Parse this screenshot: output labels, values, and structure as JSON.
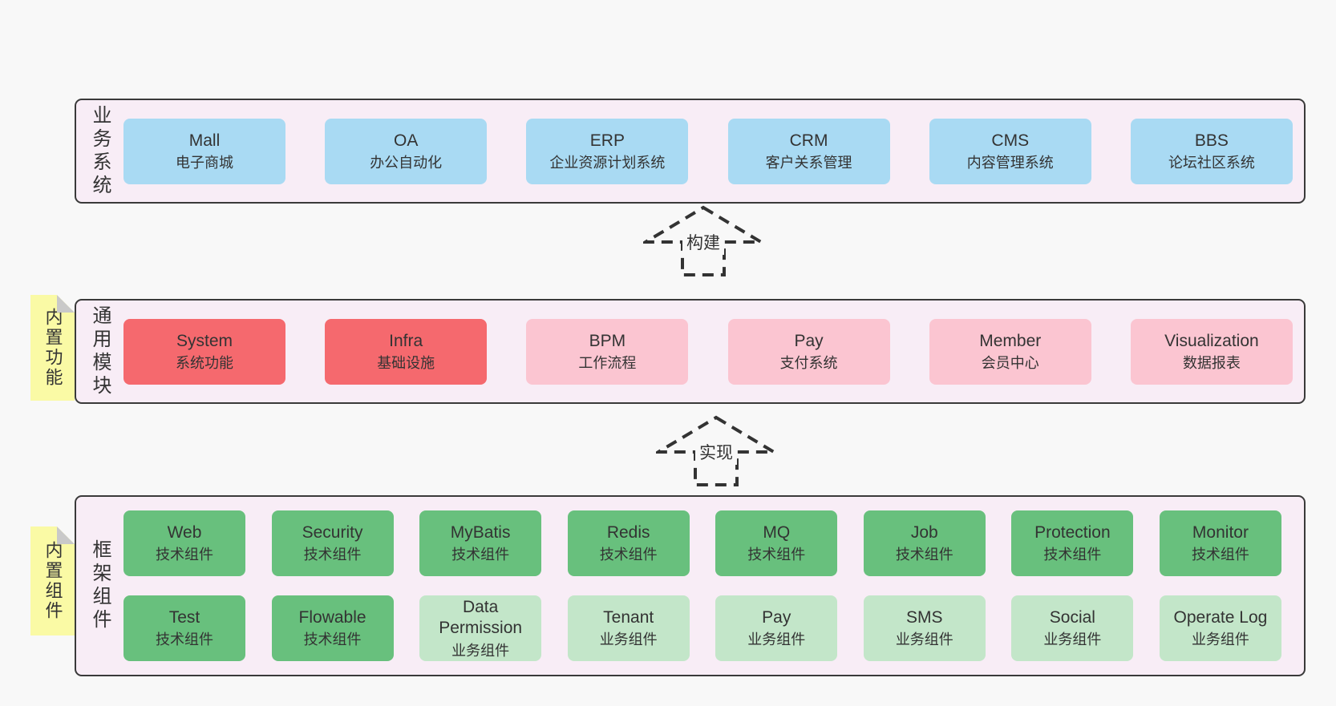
{
  "diagram": {
    "layers": {
      "business": {
        "label": "业务系统",
        "boxes": [
          {
            "name": "Mall",
            "desc": "电子商城"
          },
          {
            "name": "OA",
            "desc": "办公自动化"
          },
          {
            "name": "ERP",
            "desc": "企业资源计划系统"
          },
          {
            "name": "CRM",
            "desc": "客户关系管理"
          },
          {
            "name": "CMS",
            "desc": "内容管理系统"
          },
          {
            "name": "BBS",
            "desc": "论坛社区系统"
          }
        ]
      },
      "modules": {
        "label": "通用模块",
        "note": "内置功能",
        "boxes": [
          {
            "name": "System",
            "desc": "系统功能"
          },
          {
            "name": "Infra",
            "desc": "基础设施"
          },
          {
            "name": "BPM",
            "desc": "工作流程"
          },
          {
            "name": "Pay",
            "desc": "支付系统"
          },
          {
            "name": "Member",
            "desc": "会员中心"
          },
          {
            "name": "Visualization",
            "desc": "数据报表"
          }
        ]
      },
      "framework": {
        "label": "框架组件",
        "note": "内置组件",
        "row1": [
          {
            "name": "Web",
            "desc": "技术组件"
          },
          {
            "name": "Security",
            "desc": "技术组件"
          },
          {
            "name": "MyBatis",
            "desc": "技术组件"
          },
          {
            "name": "Redis",
            "desc": "技术组件"
          },
          {
            "name": "MQ",
            "desc": "技术组件"
          },
          {
            "name": "Job",
            "desc": "技术组件"
          },
          {
            "name": "Protection",
            "desc": "技术组件"
          },
          {
            "name": "Monitor",
            "desc": "技术组件"
          }
        ],
        "row2": [
          {
            "name": "Test",
            "desc": "技术组件"
          },
          {
            "name": "Flowable",
            "desc": "技术组件"
          },
          {
            "name": "Data Permission",
            "desc": "业务组件"
          },
          {
            "name": "Tenant",
            "desc": "业务组件"
          },
          {
            "name": "Pay",
            "desc": "业务组件"
          },
          {
            "name": "SMS",
            "desc": "业务组件"
          },
          {
            "name": "Social",
            "desc": "业务组件"
          },
          {
            "name": "Operate Log",
            "desc": "业务组件"
          }
        ]
      }
    },
    "arrows": {
      "build": "构建",
      "implement": "实现"
    }
  },
  "colors": {
    "page_bg": "#f8f8f8",
    "container_bg": "#f8edf6",
    "container_border": "#3a3a3a",
    "blue_box": "#a9daf3",
    "red_box": "#f5696e",
    "pink_box": "#fbc5d1",
    "green_dark_box": "#68c07d",
    "green_light_box": "#c3e6c9",
    "note_yellow": "#fafaa5",
    "note_fold_gray": "#c9c9c9",
    "text": "#333333"
  }
}
